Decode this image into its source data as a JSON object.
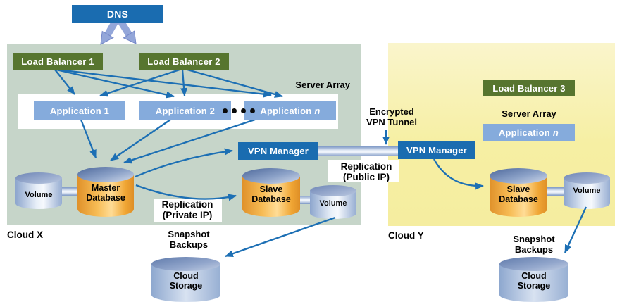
{
  "diagram": {
    "dns": {
      "label": "DNS"
    },
    "cloud_x": {
      "label": "Cloud X",
      "load_balancer_1": "Load Balancer 1",
      "load_balancer_2": "Load Balancer 2",
      "server_array": "Server Array",
      "application_1": "Application 1",
      "application_2": "Application 2",
      "application_n_prefix": "Application",
      "application_n_suffix": "n",
      "vpn_manager": "VPN Manager",
      "master_database": "Master\nDatabase",
      "master_volume": "Volume",
      "slave_database": "Slave\nDatabase",
      "slave_volume": "Volume",
      "cloud_storage": "Cloud\nStorage"
    },
    "cloud_y": {
      "label": "Cloud Y",
      "load_balancer_3": "Load Balancer 3",
      "server_array": "Server Array",
      "application_n_prefix": "Application",
      "application_n_suffix": "n",
      "vpn_manager": "VPN Manager",
      "slave_database": "Slave\nDatabase",
      "slave_volume": "Volume",
      "cloud_storage": "Cloud\nStorage"
    },
    "labels": {
      "encrypted_tunnel": "Encrypted\nVPN Tunnel",
      "replication_public": "Replication\n(Public IP)",
      "replication_private": "Replication\n(Private IP)",
      "snapshot_backups_left": "Snapshot\nBackups",
      "snapshot_backups_right": "Snapshot\nBackups"
    },
    "colors": {
      "dns_box_blue": "#1A6CB0",
      "load_balancer_green": "#57752F",
      "application_blue": "#85ABDC",
      "cloud_x_background": "#C6D5C9",
      "cloud_y_background": "#F6EFA3",
      "arrow_blue": "#1C6FB4",
      "dns_arrow_periwinkle": "#93A6D9",
      "database_orange": "#F2A63A",
      "volume_steel_blue": "#96ADD2"
    }
  }
}
